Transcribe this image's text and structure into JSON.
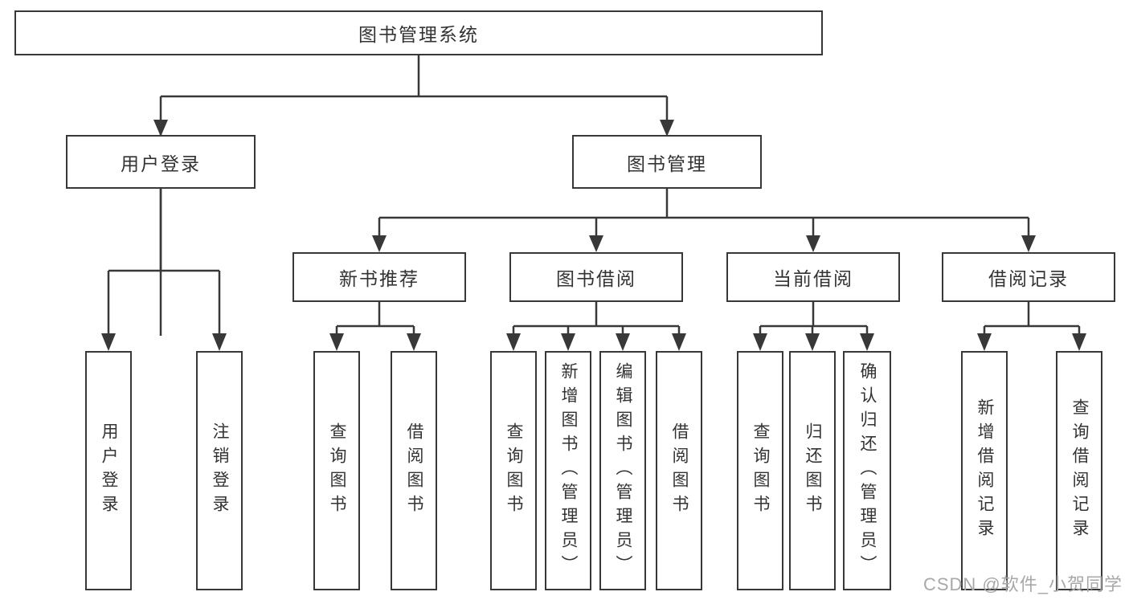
{
  "colors": {
    "line": "#383838",
    "box_border": "#383838",
    "text": "#333333",
    "watermark_text": "#a8a8a8",
    "background": "#ffffff"
  },
  "diagram": {
    "root": {
      "label": "图书管理系统"
    },
    "branches": [
      {
        "label": "用户登录",
        "children": [
          {
            "label": "用户登录"
          },
          {
            "label": "注销登录"
          }
        ]
      },
      {
        "label": "图书管理",
        "children": [
          {
            "label": "新书推荐",
            "children": [
              {
                "label": "查询图书"
              },
              {
                "label": "借阅图书"
              }
            ]
          },
          {
            "label": "图书借阅",
            "children": [
              {
                "label": "查询图书"
              },
              {
                "label": "新增图书（管理员）"
              },
              {
                "label": "编辑图书（管理员）"
              },
              {
                "label": "借阅图书"
              }
            ]
          },
          {
            "label": "当前借阅",
            "children": [
              {
                "label": "查询图书"
              },
              {
                "label": "归还图书"
              },
              {
                "label": "确认归还（管理员）"
              }
            ]
          },
          {
            "label": "借阅记录",
            "children": [
              {
                "label": "新增借阅记录"
              },
              {
                "label": "查询借阅记录"
              }
            ]
          }
        ]
      }
    ]
  },
  "watermark": {
    "text": "CSDN @软件_小贺同学"
  }
}
